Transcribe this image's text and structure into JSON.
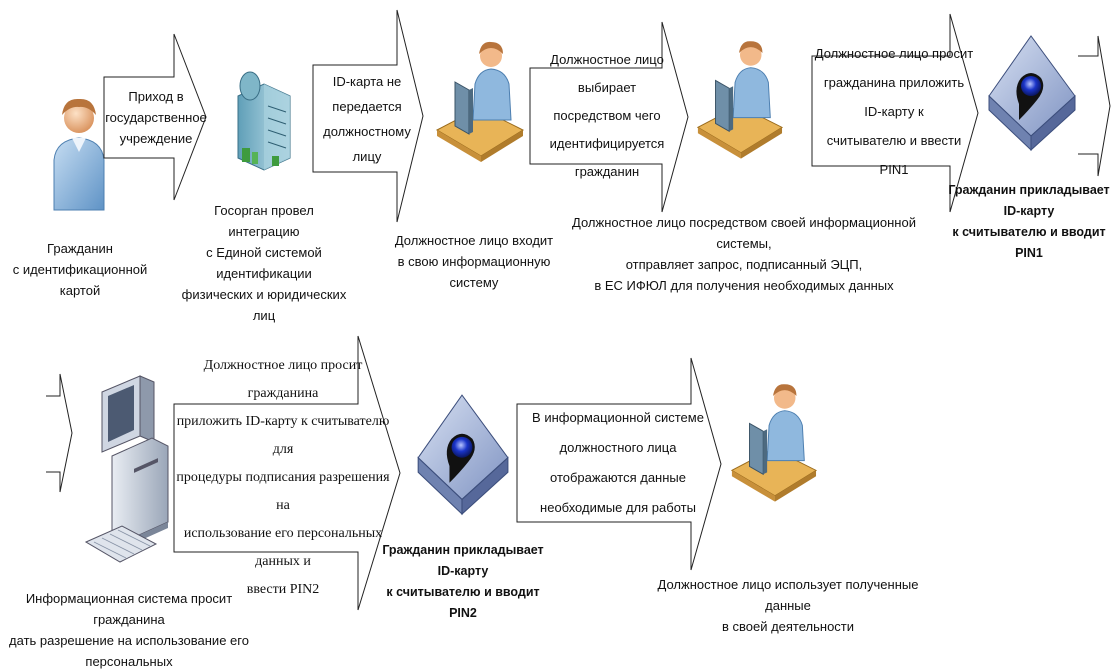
{
  "row1": {
    "citizen_caption": "Гражданин\nс идентификационной картой",
    "arrow1_text": "Приход в\nгосударственное\nучреждение",
    "gov_caption": "Госорган провел интеграцию\nс Единой системой идентификации\nфизических и юридических лиц",
    "arrow2_text": "ID-карта не\nпередается\nдолжностному лицу",
    "official1_caption": "Должностное лицо входит\nв свою информационную систему",
    "arrow3_text": "Должностное лицо выбирает\nпосредством чего\nидентифицируется гражданин",
    "official2_caption": "Должностное лицо посредством своей информационной системы,\nотправляет запрос, подписанный ЭЦП,\nв ЕС ИФЮЛ для получения необходимых данных",
    "arrow4_text": "Должностное лицо просит\nгражданина приложить ID-карту к\nсчитывателю и ввести PIN1",
    "reader1_caption": "Гражданин прикладывает ID-карту\nк считывателю и вводит PIN1"
  },
  "row2": {
    "computer_caption": "Информационная система просит гражданина\nдать разрешение на использование его персональных",
    "arrow5_text": "Должностное лицо просит гражданина\nприложить ID-карту к считывателю для\nпроцедуры подписания разрешения на\nиспользование его персональных данных и\nввести PIN2",
    "reader2_caption": "Гражданин прикладывает ID-карту\nк считывателю и вводит PIN2",
    "arrow6_text": "В информационной системе\nдолжностного лица отображаются данные\nнеобходимые для работы",
    "official3_caption": "Должностное лицо использует полученные данные\nв своей деятельности"
  },
  "colors": {
    "arrow_fill": "#ffffff",
    "arrow_stroke": "#222222",
    "person_blue": "#8fb8de",
    "skin": "#f2b98a",
    "desk": "#e8b457",
    "reader_body": "#9fb0d4",
    "reader_dot": "#1a34c8"
  }
}
